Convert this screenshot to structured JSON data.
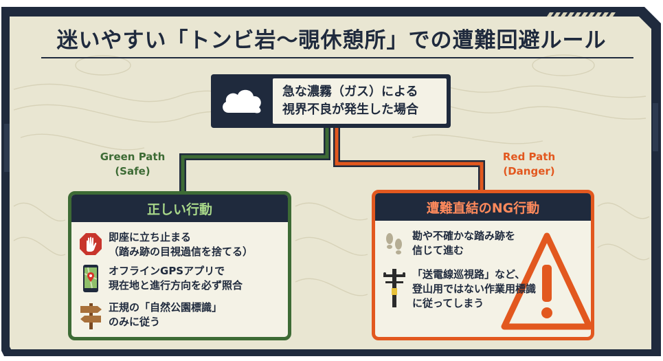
{
  "title": "迷いやすい「トンビ岩〜覗休憩所」での遭難回避ルール",
  "situation": {
    "icon": "cloud-icon",
    "line1": "急な濃霧（ガス）による",
    "line2": "視界不良が発生した場合"
  },
  "paths": {
    "green": {
      "line1": "Green Path",
      "line2": "(Safe)",
      "color": "#3d6b35"
    },
    "red": {
      "line1": "Red Path",
      "line2": "(Danger)",
      "color": "#e2581f"
    }
  },
  "safe": {
    "heading": "正しい行動",
    "items": [
      {
        "icon": "stop-hand-icon",
        "line1": "即座に立ち止まる",
        "line2": "（踏み跡の目視過信を捨てる）"
      },
      {
        "icon": "gps-phone-icon",
        "line1": "オフラインGPSアプリで",
        "line2": "現在地と進行方向を必ず照合"
      },
      {
        "icon": "signpost-icon",
        "line1": "正規の「自然公園標識」",
        "line2": "のみに従う"
      }
    ]
  },
  "danger": {
    "heading": "遭難直結のNG行動",
    "items": [
      {
        "icon": "footprints-icon",
        "line1": "勘や不確かな踏み跡を",
        "line2": "信じて進む"
      },
      {
        "icon": "power-pole-icon",
        "line1": "「送電線巡視路」など、",
        "line2": "登山用ではない作業用標識",
        "line3": "に従ってしまう"
      }
    ],
    "warning_icon": "warning-triangle-icon"
  },
  "colors": {
    "navy": "#1f2a3d",
    "cream": "#e9e6d2",
    "green": "#3d6b35",
    "orange": "#e2581f"
  }
}
